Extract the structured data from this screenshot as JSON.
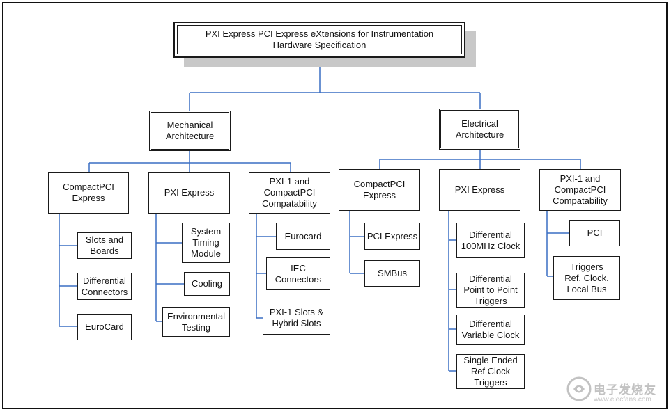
{
  "root": {
    "title": "PXI Express  PCI Express eXtensions for Instrumentation\nHardware  Specification"
  },
  "mechanical": {
    "title": "Mechanical\nArchitecture",
    "compactpci": {
      "title": "CompactPCI\nExpress",
      "children": [
        "Slots and\nBoards",
        "Differential\nConnectors",
        "EuroCard"
      ]
    },
    "pxi_express": {
      "title": "PXI Express",
      "children": [
        "System\nTiming\nModule",
        "Cooling",
        "Environmental\nTesting"
      ]
    },
    "compat": {
      "title": "PXI-1 and\nCompactPCI\nCompatability",
      "children": [
        "Eurocard",
        "IEC\nConnectors",
        "PXI-1 Slots &\nHybrid Slots"
      ]
    }
  },
  "electrical": {
    "title": "Electrical\nArchitecture",
    "compactpci": {
      "title": "CompactPCI\nExpress",
      "children": [
        "PCI Express",
        "SMBus"
      ]
    },
    "pxi_express": {
      "title": "PXI Express",
      "children": [
        "Differential\n100MHz Clock",
        "Differential\nPoint to Point\nTriggers",
        "Differential\nVariable Clock",
        "Single Ended\nRef Clock\nTriggers"
      ]
    },
    "compat": {
      "title": "PXI-1 and\nCompactPCI\nCompatability",
      "children": [
        "PCI",
        "Triggers\nRef. Clock.\nLocal Bus"
      ]
    }
  },
  "watermark": {
    "name": "电子发烧友",
    "url": "www.elecfans.com"
  },
  "colors": {
    "connector": "#3a6fc4",
    "border": "#1a1a1a",
    "shadow": "#c8c8c8",
    "watermark": "#c2c2c2"
  }
}
